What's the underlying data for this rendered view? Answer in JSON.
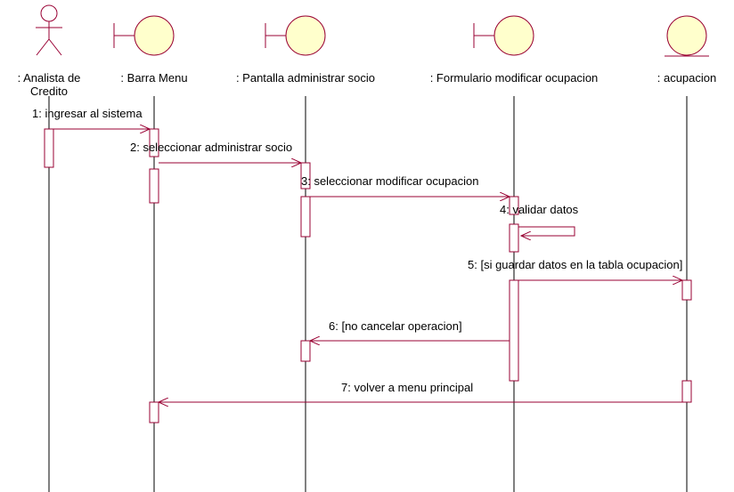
{
  "colors": {
    "line": "#000000",
    "message": "#990033",
    "icon_stroke": "#990033",
    "icon_fill": "#ffffcc",
    "background": "#ffffff"
  },
  "participants": [
    {
      "id": "analista",
      "kind": "actor",
      "icon": "actor-icon",
      "label_lines": [
        ": Analista de",
        "Credito"
      ]
    },
    {
      "id": "barra",
      "kind": "boundary",
      "icon": "boundary-icon",
      "label_lines": [
        ": Barra Menu"
      ]
    },
    {
      "id": "pantalla",
      "kind": "boundary",
      "icon": "boundary-icon",
      "label_lines": [
        ": Pantalla administrar socio"
      ]
    },
    {
      "id": "formulario",
      "kind": "boundary",
      "icon": "boundary-icon",
      "label_lines": [
        ": Formulario  modificar ocupacion"
      ]
    },
    {
      "id": "acupacion",
      "kind": "entity",
      "icon": "entity-icon",
      "label_lines": [
        ": acupacion"
      ]
    }
  ],
  "messages": [
    {
      "from": "analista",
      "to": "barra",
      "label": "1: ingresar al sistema"
    },
    {
      "from": "barra",
      "to": "pantalla",
      "label": "2: seleccionar administrar socio"
    },
    {
      "from": "pantalla",
      "to": "formulario",
      "label": "3: seleccionar modificar ocupacion"
    },
    {
      "from": "formulario",
      "to": "formulario",
      "label": "4: validar datos"
    },
    {
      "from": "formulario",
      "to": "acupacion",
      "label": "5: [si guardar datos en la tabla ocupacion]"
    },
    {
      "from": "formulario",
      "to": "pantalla",
      "label": "6: [no cancelar operacion]"
    },
    {
      "from": "acupacion",
      "to": "barra",
      "label": "7: volver a menu principal"
    }
  ]
}
